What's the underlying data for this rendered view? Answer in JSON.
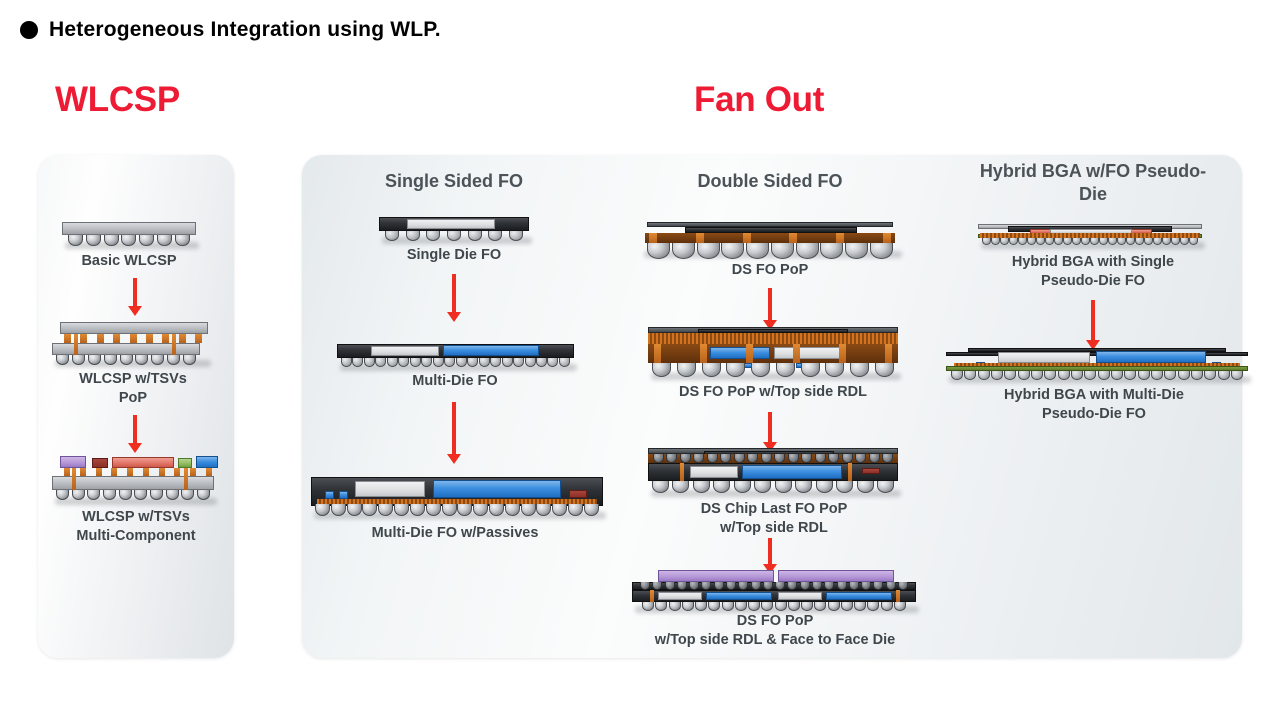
{
  "title": {
    "bullet": "filled-circle-bullet",
    "text": "Heterogeneous Integration using WLP."
  },
  "sections": {
    "wlcsp_heading": "WLCSP",
    "fanout_heading": "Fan Out"
  },
  "columns": {
    "wlcsp": {
      "heading": "",
      "items": [
        {
          "label": "Basic WLCSP"
        },
        {
          "label": "WLCSP w/TSVs\nPoP"
        },
        {
          "label": "WLCSP w/TSVs\nMulti-Component"
        }
      ]
    },
    "single_sided_fo": {
      "heading": "Single Sided FO",
      "items": [
        {
          "label": "Single Die FO"
        },
        {
          "label": "Multi-Die FO"
        },
        {
          "label": "Multi-Die FO w/Passives"
        }
      ]
    },
    "double_sided_fo": {
      "heading": "Double Sided FO",
      "items": [
        {
          "label": "DS FO PoP"
        },
        {
          "label": "DS FO PoP w/Top side RDL"
        },
        {
          "label": "DS Chip Last FO PoP\nw/Top side RDL"
        },
        {
          "label": "DS FO PoP\nw/Top side RDL & Face to Face Die"
        }
      ]
    },
    "hybrid_bga": {
      "heading": "Hybrid BGA w/FO\nPseudo-Die",
      "items": [
        {
          "label": "Hybrid BGA with Single\nPseudo-Die FO"
        },
        {
          "label": "Hybrid BGA with Multi-Die\nPseudo-Die FO"
        }
      ]
    }
  },
  "colors": {
    "accent_red": "#ed1c34",
    "arrow_red": "#ef2d20",
    "heading_gray": "#4b5358",
    "label_gray": "#3f474c",
    "die_blue": "#3d8fe0",
    "die_purple": "#b396d6",
    "copper": "#d2731f",
    "substrate_green": "#5f7c2a"
  }
}
